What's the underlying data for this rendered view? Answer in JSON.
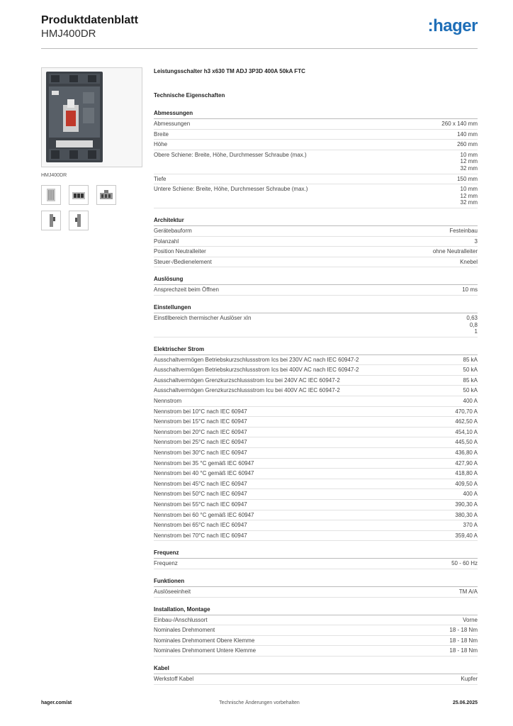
{
  "header": {
    "title": "Produktdatenblatt",
    "subtitle": "HMJ400DR",
    "logo": ":hager"
  },
  "product": {
    "image_caption": "HMJ400DR",
    "name": "Leistungsschalter h3 x630 TM ADJ 3P3D 400A 50kA FTC",
    "tech_title": "Technische Eigenschaften"
  },
  "sections": [
    {
      "title": "Abmessungen",
      "rows": [
        {
          "label": "Abmessungen",
          "value": "260 x 140 mm"
        },
        {
          "label": "Breite",
          "value": "140 mm"
        },
        {
          "label": "Höhe",
          "value": "260 mm"
        },
        {
          "label": "Obere Schiene: Breite, Höhe, Durchmesser Schraube (max.)",
          "value": "10 mm\n12 mm\n32 mm"
        },
        {
          "label": "Tiefe",
          "value": "150 mm"
        },
        {
          "label": "Untere Schiene: Breite, Höhe, Durchmesser Schraube (max.)",
          "value": "10 mm\n12 mm\n32 mm"
        }
      ]
    },
    {
      "title": "Architektur",
      "rows": [
        {
          "label": "Gerätebauform",
          "value": "Festeinbau"
        },
        {
          "label": "Polanzahl",
          "value": "3"
        },
        {
          "label": "Position Neutralleiter",
          "value": "ohne Neutralleiter"
        },
        {
          "label": "Steuer-/Bedienelement",
          "value": "Knebel"
        }
      ]
    },
    {
      "title": "Auslösung",
      "rows": [
        {
          "label": "Ansprechzeit beim Öffnen",
          "value": "10 ms"
        }
      ]
    },
    {
      "title": "Einstellungen",
      "rows": [
        {
          "label": "Einstllbereich thermischer Auslöser xIn",
          "value": "0,63\n0,8\n1"
        }
      ]
    },
    {
      "title": "Elektrischer Strom",
      "rows": [
        {
          "label": "Ausschaltvermögen Betriebskurzschlussstrom Ics bei 230V AC nach IEC 60947-2",
          "value": "85 kA"
        },
        {
          "label": "Ausschaltvermögen Betriebskurzschlussstrom Ics bei 400V AC nach IEC 60947-2",
          "value": "50 kA"
        },
        {
          "label": "Ausschaltvermögen Grenzkurzschlussstrom Icu bei 240V AC IEC 60947-2",
          "value": "85 kA"
        },
        {
          "label": "Ausschaltvermögen Grenzkurzschlussstrom Icu bei 400V AC IEC 60947-2",
          "value": "50 kA"
        },
        {
          "label": "Nennstrom",
          "value": "400 A"
        },
        {
          "label": "Nennstrom bei 10°C nach IEC 60947",
          "value": "470,70 A"
        },
        {
          "label": "Nennstrom bei 15°C nach IEC 60947",
          "value": "462,50 A"
        },
        {
          "label": "Nennstrom bei 20°C nach IEC 60947",
          "value": "454,10 A"
        },
        {
          "label": "Nennstrom bei 25°C nach IEC 60947",
          "value": "445,50 A"
        },
        {
          "label": "Nennstrom bei 30°C nach IEC 60947",
          "value": "436,80 A"
        },
        {
          "label": "Nennstrom bei 35 °C gemäß IEC 60947",
          "value": "427,90 A"
        },
        {
          "label": "Nennstrom bei 40 °C gemäß IEC 60947",
          "value": "418,80 A"
        },
        {
          "label": "Nennstrom bei 45°C nach IEC 60947",
          "value": "409,50 A"
        },
        {
          "label": "Nennstrom bei 50°C nach IEC 60947",
          "value": "400 A"
        },
        {
          "label": "Nennstrom bei 55°C nach IEC 60947",
          "value": "390,30 A"
        },
        {
          "label": "Nennstrom bei 60 °C gemäß IEC 60947",
          "value": "380,30 A"
        },
        {
          "label": "Nennstrom bei 65°C nach IEC 60947",
          "value": "370 A"
        },
        {
          "label": "Nennstrom bei 70°C nach IEC 60947",
          "value": "359,40 A"
        }
      ]
    },
    {
      "title": "Frequenz",
      "rows": [
        {
          "label": "Frequenz",
          "value": "50 - 60 Hz"
        }
      ]
    },
    {
      "title": "Funktionen",
      "rows": [
        {
          "label": "Auslöseeinheit",
          "value": "TM A/A"
        }
      ]
    },
    {
      "title": "Installation, Montage",
      "rows": [
        {
          "label": "Einbau-/Anschlussort",
          "value": "Vorne"
        },
        {
          "label": "Nominales Drehmoment",
          "value": "18 - 18 Nm"
        },
        {
          "label": "Nominales Drehmoment Obere Klemme",
          "value": "18 - 18 Nm"
        },
        {
          "label": "Nominales Drehmoment Untere Klemme",
          "value": "18 - 18 Nm"
        }
      ]
    },
    {
      "title": "Kabel",
      "rows": [
        {
          "label": "Werkstoff Kabel",
          "value": "Kupfer"
        }
      ]
    }
  ],
  "footer": {
    "website": "hager.com/at",
    "disclaimer": "Technische Änderungen vorbehalten",
    "date": "25.06.2025"
  },
  "colors": {
    "brand": "#1f6fb8",
    "rule": "#bbbbbb"
  }
}
